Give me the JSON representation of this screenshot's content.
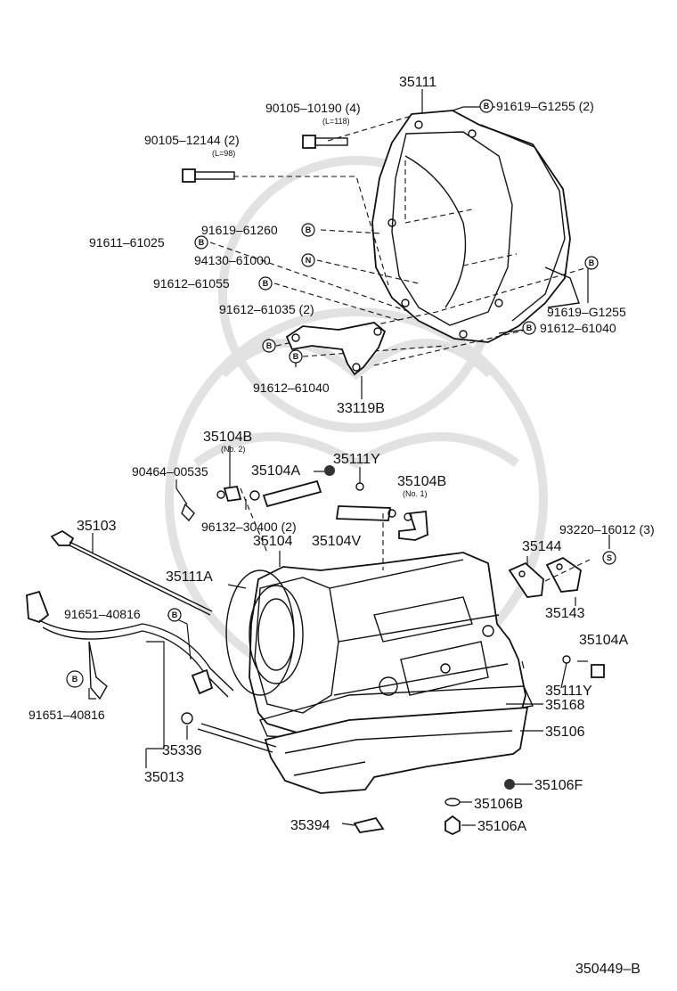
{
  "diagram_id": "350449–B",
  "callouts": {
    "bell_housing": "35111",
    "bolt_a": "90105–10190 (4)",
    "bolt_a_len": "(L=118)",
    "bolt_b": "90105–12144 (2)",
    "bolt_b_len": "(L=98)",
    "bolt_c": "91619–G1255 (2)",
    "bolt_d": "91619–61260",
    "bolt_e": "91611–61025",
    "nut_a": "94130–61000",
    "bolt_f": "91612–61055",
    "bolt_g": "91612–61035 (2)",
    "bolt_h": "91612–61040",
    "bolt_i": "91619–G1255",
    "bolt_j": "91612–61040",
    "bracket": "33119B",
    "union_no2": "35104B",
    "union_no2_sub": "(No. 2)",
    "clamp_a": "90464–00535",
    "bolt_k": "35104A",
    "oring_a": "35111Y",
    "union_no1": "35104B",
    "union_no1_sub": "(No. 1)",
    "clip": "96132–30400 (2)",
    "hose": "35104V",
    "dipstick": "35103",
    "case": "35104",
    "oring_big": "35111A",
    "clamp_b": "91651–40816",
    "clamp_c": "91651–40816",
    "oring_b": "35336",
    "guide_tube": "35013",
    "cover_a": "35144",
    "screw": "93220–16012 (3)",
    "cover_b": "35143",
    "plug_a": "35104A",
    "oring_c": "35111Y",
    "gasket": "35168",
    "oil_pan": "35106",
    "pan_bolt": "35106F",
    "gasket_b": "35106B",
    "drain_plug": "35106A",
    "magnet": "35394"
  },
  "marks": {
    "b": "B",
    "n": "N",
    "s": "S"
  }
}
